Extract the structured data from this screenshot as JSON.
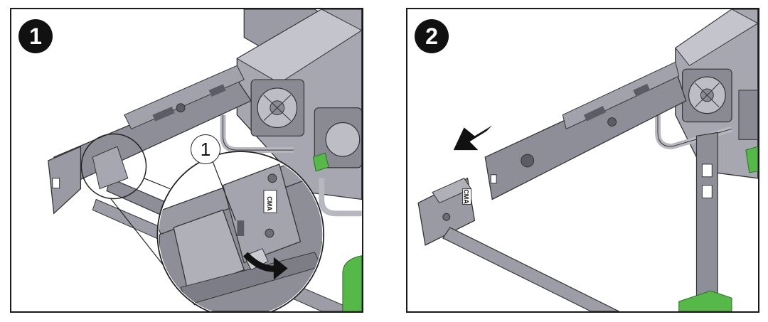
{
  "steps": [
    {
      "number": "1",
      "callouts": [
        {
          "number": "1"
        }
      ],
      "latch_label": "CMA"
    },
    {
      "number": "2",
      "latch_label": "CMA"
    }
  ],
  "colors": {
    "rail_metal": "#8e8e98",
    "rail_dark": "#5c5c66",
    "chassis": "#a9a9b3",
    "tab_green": "#56b848",
    "arrow_black": "#111111"
  },
  "icons": [
    "step-badge-icon",
    "callout-leader-icon",
    "direction-arrow-icon",
    "rotate-arrow-icon"
  ]
}
